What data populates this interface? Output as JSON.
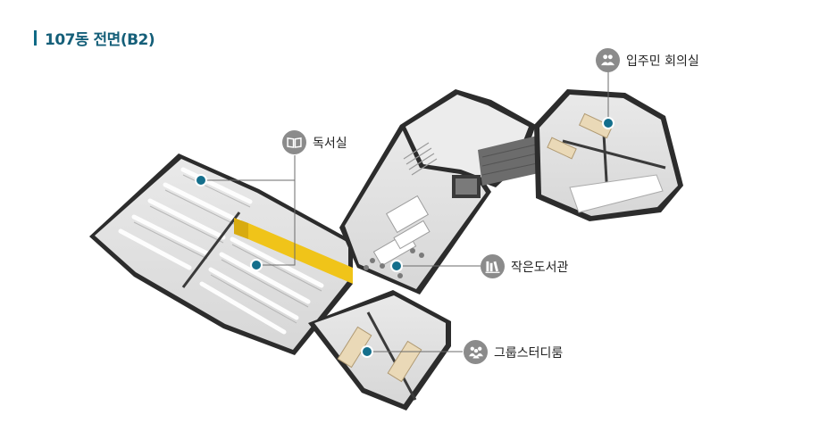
{
  "header": {
    "title": "107동 전면(B2)"
  },
  "labels": {
    "resident_meeting_room": "입주민 회의실",
    "reading_room": "독서실",
    "small_library": "작은도서관",
    "group_study_room": "그룹스터디룸"
  },
  "icons": {
    "resident_meeting_room": "people-icon",
    "reading_room": "open-book-icon",
    "small_library": "books-icon",
    "group_study_room": "group-icon"
  },
  "colors": {
    "title": "#155f79",
    "marker": "#146f8c",
    "badge": "#8b8b8b",
    "accent_wall": "#f0c419"
  }
}
